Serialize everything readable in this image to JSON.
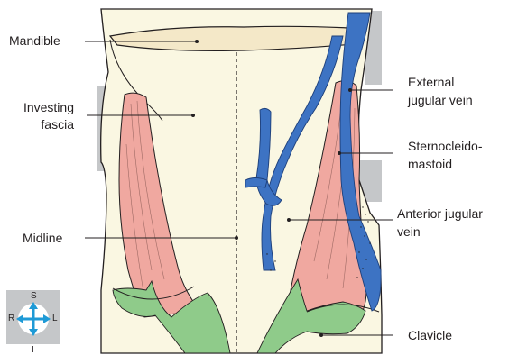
{
  "labels": {
    "mandible": "Mandible",
    "investing_fascia_line1": "Investing",
    "investing_fascia_line2": "fascia",
    "midline": "Midline",
    "external_jugular_line1": "External",
    "external_jugular_line2": "jugular vein",
    "scm_line1": "Sternocleido-",
    "scm_line2": "mastoid",
    "anterior_jugular_line1": "Anterior jugular",
    "anterior_jugular_line2": "vein",
    "clavicle": "Clavicle"
  },
  "orientation": {
    "superior": "S",
    "inferior": "I",
    "left": "L",
    "right": "R"
  },
  "colors": {
    "skin": "#faf7e2",
    "mandible": "#f4e8c8",
    "muscle": "#f0a8a0",
    "vein": "#3d73c3",
    "bone_green": "#8fcb8a",
    "shadow_grey": "#c5c7c9",
    "line": "#231f20",
    "orientation_arrow": "#1e9ad6"
  }
}
